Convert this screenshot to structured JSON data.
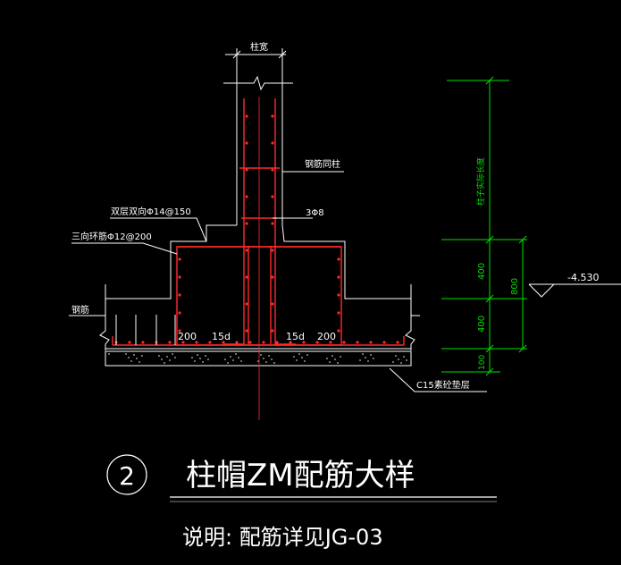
{
  "labels": {
    "column_width": "柱宽",
    "rebar_same_column": "钢筋同柱",
    "double_layer": "双层双向Φ14@150",
    "three_way": "三向环筋Φ12@200",
    "stirrup": "3Φ8",
    "rebar_left": "钢筋",
    "dim_200_left": "200",
    "dim_15d_left": "15d",
    "dim_15d_right": "15d",
    "dim_200_right": "200",
    "c15": "C15素砼垫层",
    "elevation": "-4.530"
  },
  "dims_green": {
    "column_length": "柱子实际长度",
    "d400_top": "400",
    "d400_bottom": "400",
    "d100": "100",
    "d800": "800"
  },
  "title": {
    "number": "2",
    "main": "柱帽ZM配筋大样",
    "note": "说明: 配筋详见JG-03"
  },
  "colors": {
    "background": "#000000",
    "outline": "#ffffff",
    "rebar": "#ff2a2a",
    "dimension": "#00e000"
  }
}
